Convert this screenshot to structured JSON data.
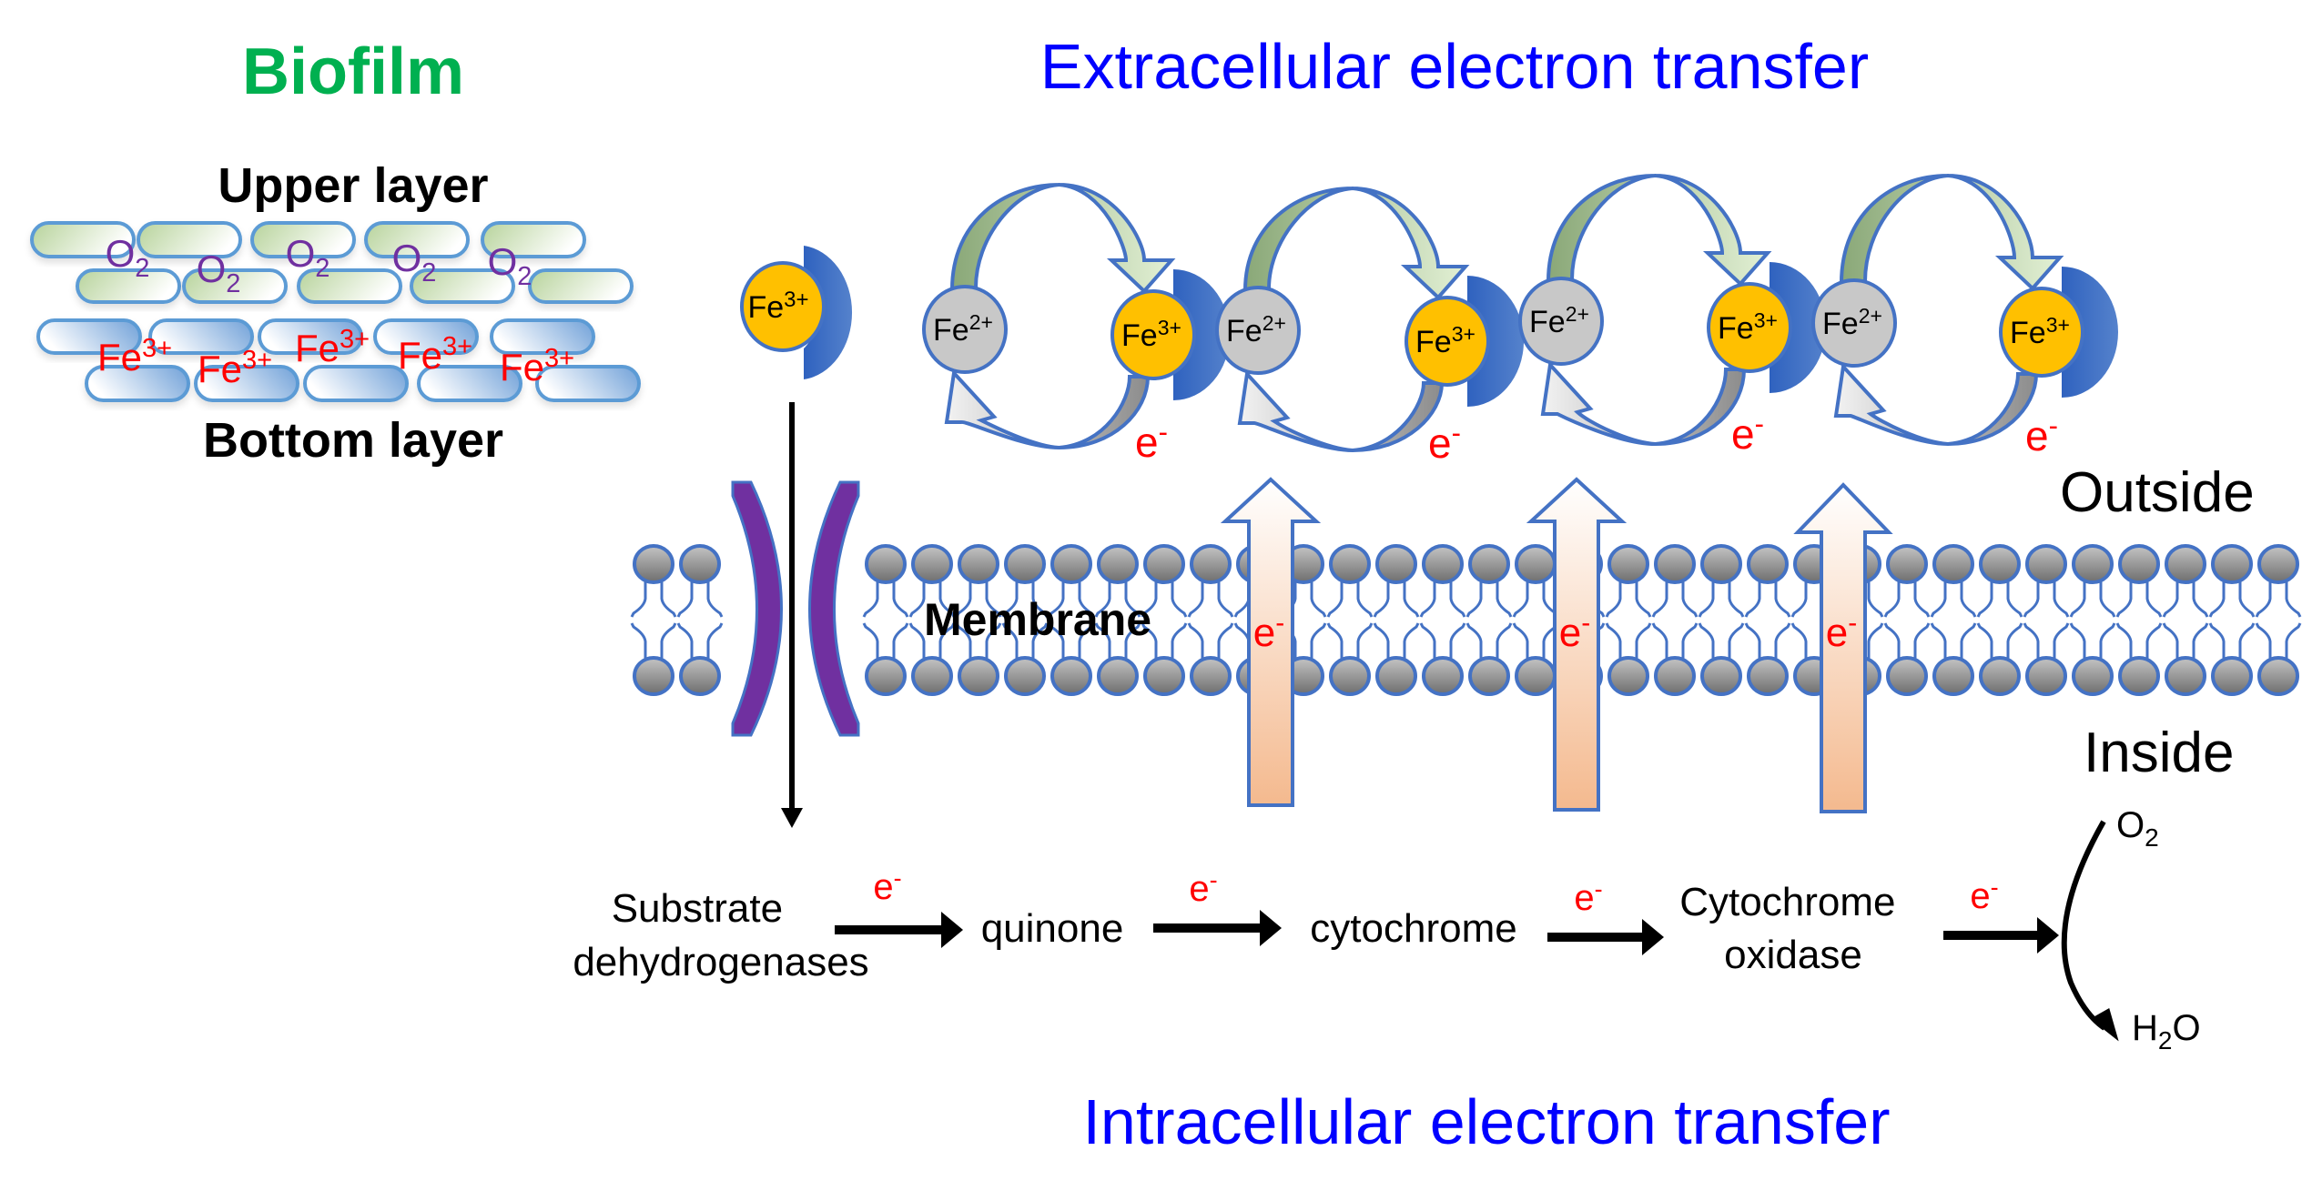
{
  "biofilm": {
    "title": "Biofilm",
    "upper_label": "Upper layer",
    "bottom_label": "Bottom layer",
    "oxygen_label": {
      "base": "O",
      "sub": "2"
    },
    "oxygen_count": 5,
    "iron_label": {
      "base": "Fe",
      "sup": "3+"
    },
    "iron_count": 5
  },
  "extracellular": {
    "title": "Extracellular electron transfer",
    "free_ion": {
      "base": "Fe",
      "sup": "3+"
    },
    "cycles": [
      {
        "reduced": {
          "base": "Fe",
          "sup": "2+"
        },
        "oxidized": {
          "base": "Fe",
          "sup": "3+"
        },
        "electron": {
          "base": "e",
          "sup": "-"
        }
      },
      {
        "reduced": {
          "base": "Fe",
          "sup": "2+"
        },
        "oxidized": {
          "base": "Fe",
          "sup": "3+"
        },
        "electron": {
          "base": "e",
          "sup": "-"
        }
      },
      {
        "reduced": {
          "base": "Fe",
          "sup": "2+"
        },
        "oxidized": {
          "base": "Fe",
          "sup": "3+"
        },
        "electron": {
          "base": "e",
          "sup": "-"
        }
      },
      {
        "reduced": {
          "base": "Fe",
          "sup": "2+"
        },
        "oxidized": {
          "base": "Fe",
          "sup": "3+"
        },
        "electron": {
          "base": "e",
          "sup": "-"
        }
      }
    ]
  },
  "membrane": {
    "label": "Membrane",
    "outside_label": "Outside",
    "inside_label": "Inside",
    "transport_electron": {
      "base": "e",
      "sup": "-"
    },
    "transport_arrow_count": 3
  },
  "intracellular": {
    "title": "Intracellular electron transfer",
    "chain": [
      {
        "lines": [
          "Substrate",
          "dehydrogenases"
        ]
      },
      {
        "lines": [
          "quinone"
        ]
      },
      {
        "lines": [
          "cytochrome"
        ]
      },
      {
        "lines": [
          "Cytochrome",
          "oxidase"
        ]
      }
    ],
    "step_electron": {
      "base": "e",
      "sup": "-"
    },
    "reactant": {
      "base": "O",
      "sub": "2"
    },
    "product": {
      "pre": "H",
      "sub": "2",
      "post": "O"
    }
  },
  "colors": {
    "biofilm_title": "#00B050",
    "section_title": "#0000FF",
    "electron": "#FF0000",
    "oxygen": "#7030A0",
    "outline": "#4472C4",
    "fe3_fill": "#FFC000",
    "fe2_fill": "#C8C8C8",
    "cup_fill": "#3A6CC4",
    "channel_fill": "#7030A0"
  }
}
